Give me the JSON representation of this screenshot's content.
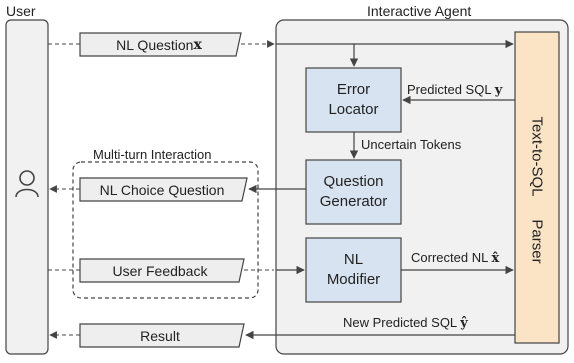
{
  "sections": {
    "user": "User",
    "agent": "Interactive Agent",
    "multi_turn": "Multi-turn Interaction"
  },
  "flags": {
    "nl_question": "NL Question ",
    "nl_question_var": "x",
    "nl_choice_question": "NL Choice Question",
    "user_feedback": "User Feedback",
    "result": "Result"
  },
  "modules": {
    "error_locator": [
      "Error",
      "Locator"
    ],
    "question_generator": [
      "Question",
      "Generator"
    ],
    "nl_modifier": [
      "NL",
      "Modifier"
    ],
    "parser_top": "Text-to-SQL",
    "parser_bottom": "Parser"
  },
  "edges": {
    "predicted_sql": "Predicted SQL ",
    "predicted_sql_var": "y",
    "uncertain_tokens": "Uncertain Tokens",
    "corrected_nl": "Corrected NL ",
    "corrected_nl_var": "x̂",
    "new_predicted_sql": "New Predicted SQL ",
    "new_predicted_sql_var": "ŷ"
  },
  "colors": {
    "module_fill": "#d7e3f1",
    "parser_fill": "#fbe3c5",
    "panel_fill": "#f1f1f1",
    "flag_fill": "#eeeeee",
    "stroke": "#444444"
  }
}
